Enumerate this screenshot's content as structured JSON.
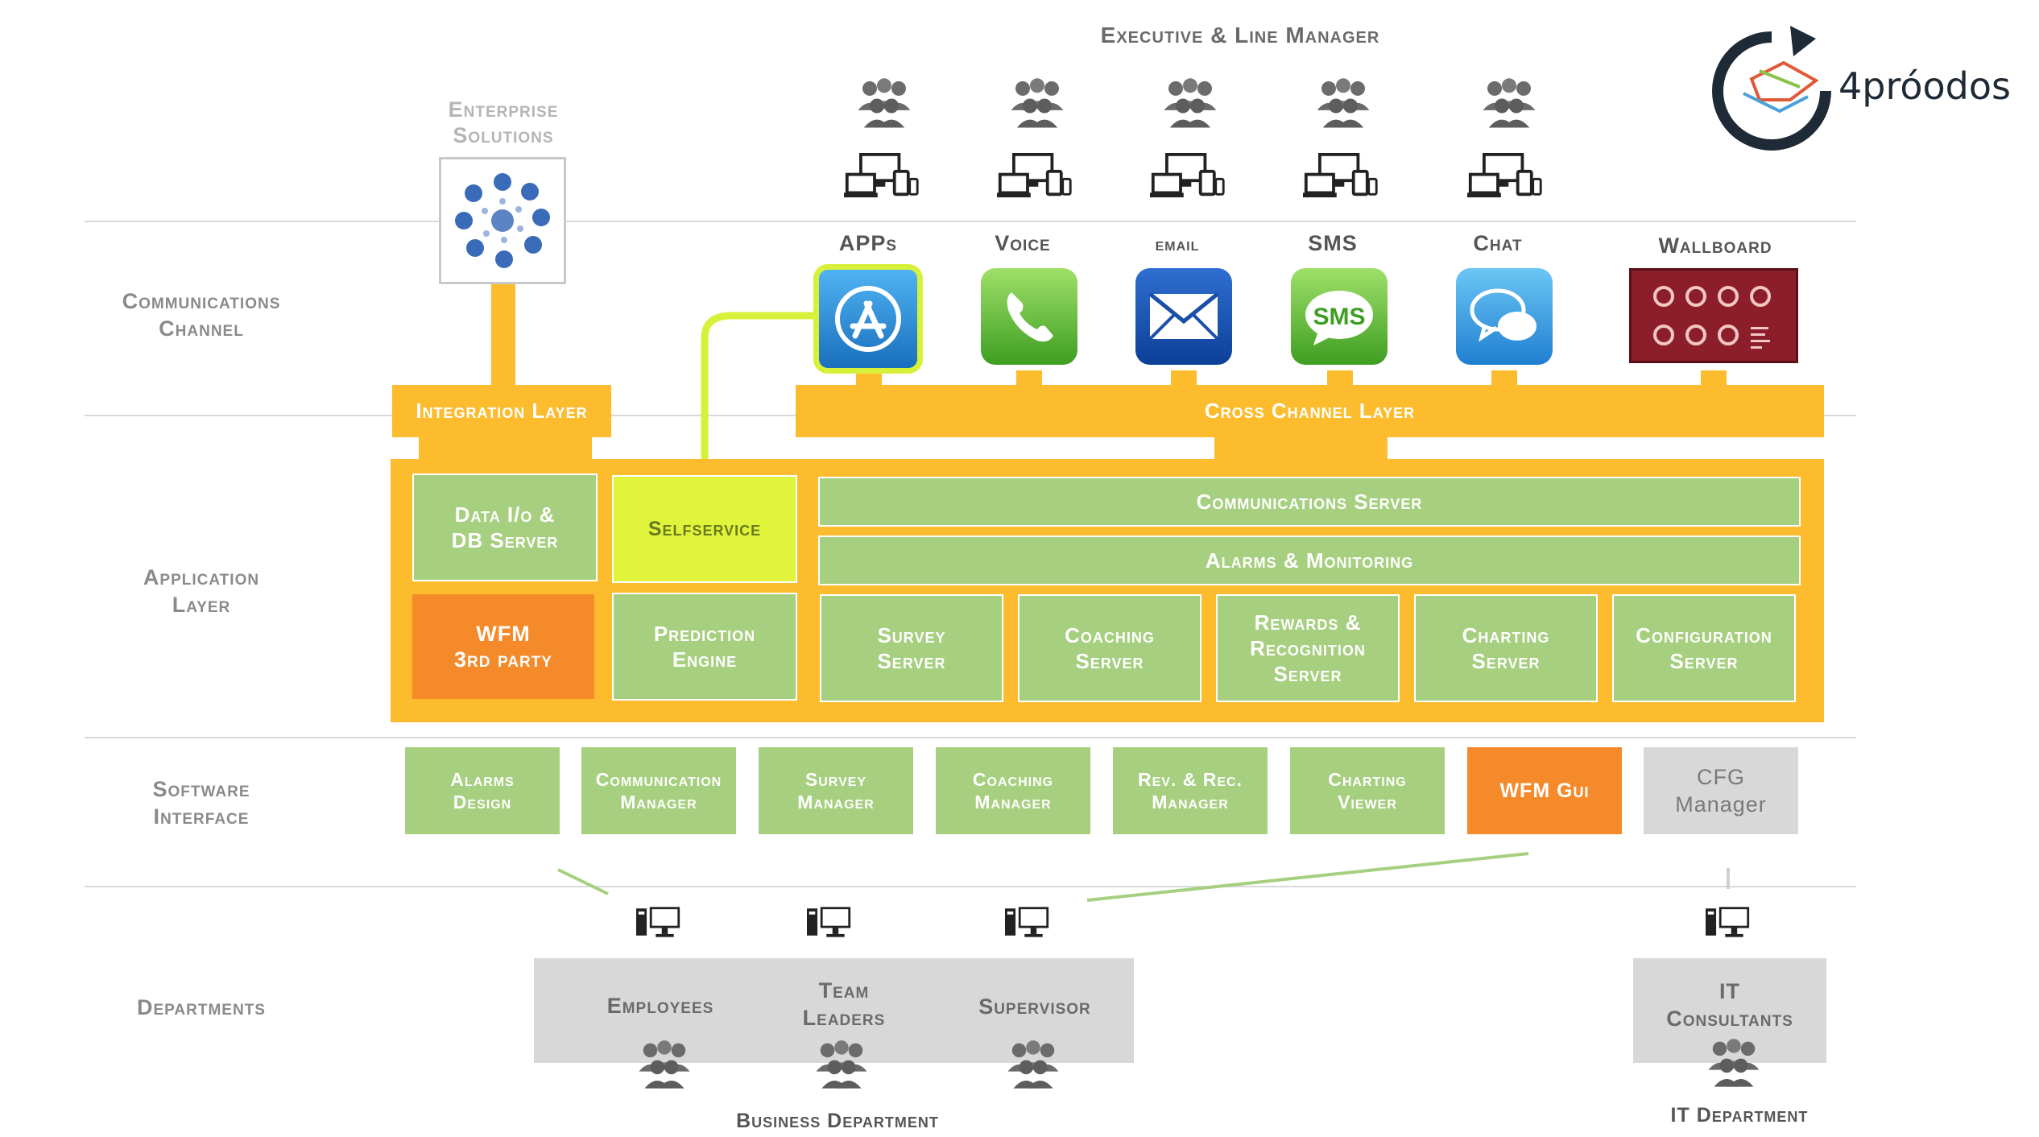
{
  "header": {
    "title": "Executive & Line Manager"
  },
  "logo": {
    "text": "4próodos"
  },
  "enterprise": {
    "label_line1": "Enterprise",
    "label_line2": "Solutions"
  },
  "rows": {
    "communications": {
      "line1": "Communications",
      "line2": "Channel"
    },
    "application": {
      "line1": "Application",
      "line2": "Layer"
    },
    "software": {
      "line1": "Software",
      "line2": "Interface"
    },
    "departments": {
      "line1": "Departments"
    }
  },
  "channels": [
    {
      "label": "APPs",
      "icon": "app-store-icon"
    },
    {
      "label": "Voice",
      "icon": "phone-icon"
    },
    {
      "label": "email",
      "icon": "mail-icon"
    },
    {
      "label": "SMS",
      "icon": "sms-icon",
      "icon_text": "SMS"
    },
    {
      "label": "Chat",
      "icon": "chat-icon"
    },
    {
      "label": "Wallboard",
      "icon": "wallboard-icon"
    }
  ],
  "layers": {
    "integration": "Integration Layer",
    "cross_channel": "Cross Channel Layer"
  },
  "application": {
    "data_io_line1": "Data I/o &",
    "data_io_line2": "DB Server",
    "selfservice": "Selfservice",
    "wfm_line1": "WFM",
    "wfm_line2": "3rd party",
    "prediction_line1": "Prediction",
    "prediction_line2": "Engine",
    "communications_server": "Communications Server",
    "alarms_monitoring": "Alarms & Monitoring",
    "servers": [
      {
        "line1": "Survey",
        "line2": "Server"
      },
      {
        "line1": "Coaching",
        "line2": "Server"
      },
      {
        "line1": "Rewards &",
        "line2": "Recognition",
        "line3": "Server"
      },
      {
        "line1": "Charting",
        "line2": "Server"
      },
      {
        "line1": "Configuration",
        "line2": "Server"
      }
    ]
  },
  "software": [
    {
      "line1": "Alarms",
      "line2": "Design"
    },
    {
      "line1": "Communication",
      "line2": "Manager"
    },
    {
      "line1": "Survey",
      "line2": "Manager"
    },
    {
      "line1": "Coaching",
      "line2": "Manager"
    },
    {
      "line1": "Rev. & Rec.",
      "line2": "Manager"
    },
    {
      "line1": "Charting",
      "line2": "Viewer"
    },
    {
      "line1": "WFM Gui",
      "line2": ""
    },
    {
      "line1": "CFG",
      "line2": "Manager"
    }
  ],
  "departments": {
    "employees": "Employees",
    "team_leaders_line1": "Team",
    "team_leaders_line2": "Leaders",
    "supervisor": "Supervisor",
    "business": "Business Department",
    "it_line1": "IT",
    "it_line2": "Consultants",
    "it_department": "IT Department"
  },
  "colors": {
    "orange": "#fcbc2e",
    "green": "#a6cf7f",
    "wfm_orange": "#f58a2a",
    "selfservice": "#e0f43c",
    "grey": "#d8d8d8",
    "label_grey": "#8a8a8a"
  }
}
